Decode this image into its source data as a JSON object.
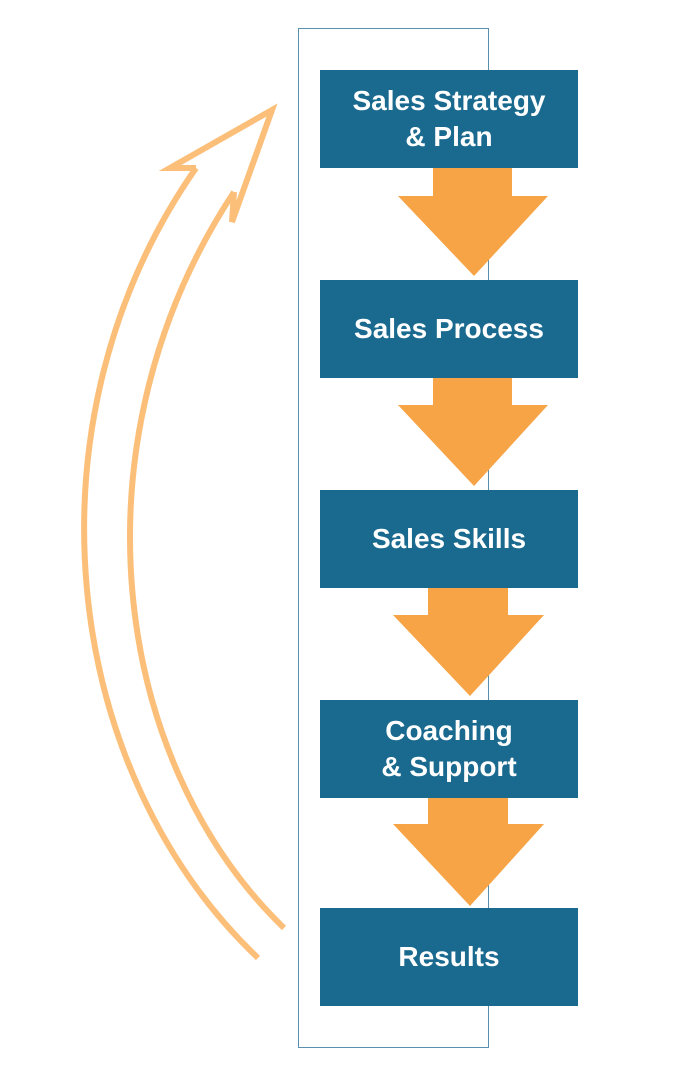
{
  "colors": {
    "box_fill": "#1a6a8f",
    "box_text": "#ffffff",
    "down_arrow": "#f7a447",
    "feedback_arrow": "#fbbf7a",
    "frame": "#5b8fb0"
  },
  "steps": [
    {
      "label": "Sales Strategy\n& Plan"
    },
    {
      "label": "Sales Process"
    },
    {
      "label": "Sales Skills"
    },
    {
      "label": "Coaching\n& Support"
    },
    {
      "label": "Results"
    }
  ]
}
